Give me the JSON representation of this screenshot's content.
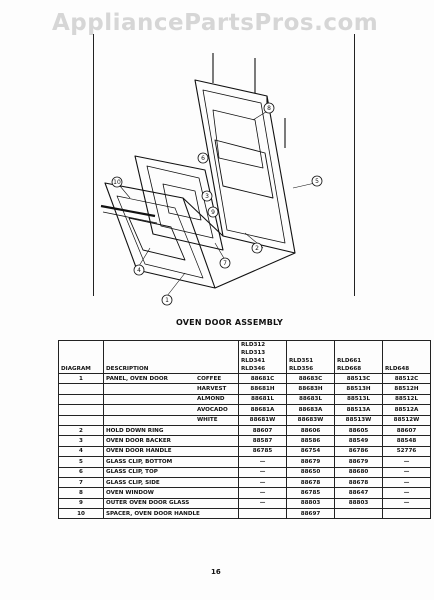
{
  "watermark": "AppliancePartsPros.com",
  "frame_title": "",
  "diagram": {
    "callouts": [
      "1",
      "2",
      "3",
      "4",
      "5",
      "6",
      "7",
      "8",
      "9",
      "10"
    ]
  },
  "section_title": "OVEN DOOR ASSEMBLY",
  "table": {
    "headers": {
      "diagram": "DIAGRAM",
      "description": "DESCRIPTION",
      "model_groups": [
        [
          "RLD312",
          "RLD313",
          "RLD341",
          "RLD346"
        ],
        [
          "RLD351",
          "RLD356"
        ],
        [
          "RLD661",
          "RLD668"
        ],
        [
          "RLD648"
        ]
      ]
    },
    "rows": [
      {
        "diagram": "1",
        "description": "PANEL, OVEN DOOR",
        "variant": "COFFEE",
        "parts": [
          "88681C",
          "88683C",
          "88513C",
          "88512C"
        ]
      },
      {
        "diagram": "",
        "description": "",
        "variant": "HARVEST",
        "parts": [
          "88681H",
          "88683H",
          "88513H",
          "88512H"
        ]
      },
      {
        "diagram": "",
        "description": "",
        "variant": "ALMOND",
        "parts": [
          "88681L",
          "88683L",
          "88513L",
          "88512L"
        ]
      },
      {
        "diagram": "",
        "description": "",
        "variant": "AVOCADO",
        "parts": [
          "88681A",
          "88683A",
          "88513A",
          "88512A"
        ]
      },
      {
        "diagram": "",
        "description": "",
        "variant": "WHITE",
        "parts": [
          "88681W",
          "88683W",
          "88513W",
          "88512W"
        ]
      },
      {
        "diagram": "2",
        "description": "HOLD DOWN RING",
        "variant": "",
        "parts": [
          "88607",
          "88606",
          "88605",
          "88607"
        ]
      },
      {
        "diagram": "3",
        "description": "OVEN DOOR BACKER",
        "variant": "",
        "parts": [
          "88587",
          "88586",
          "88549",
          "88548"
        ]
      },
      {
        "diagram": "4",
        "description": "OVEN DOOR HANDLE",
        "variant": "",
        "parts": [
          "86785",
          "86754",
          "86786",
          "52776"
        ]
      },
      {
        "diagram": "5",
        "description": "GLASS CLIP, BOTTOM",
        "variant": "",
        "parts": [
          "—",
          "88679",
          "88679",
          "—"
        ]
      },
      {
        "diagram": "6",
        "description": "GLASS CLIP, TOP",
        "variant": "",
        "parts": [
          "—",
          "88650",
          "88680",
          "—"
        ]
      },
      {
        "diagram": "7",
        "description": "GLASS CLIP, SIDE",
        "variant": "",
        "parts": [
          "—",
          "88678",
          "88678",
          "—"
        ]
      },
      {
        "diagram": "8",
        "description": "OVEN WINDOW",
        "variant": "",
        "parts": [
          "—",
          "86785",
          "88647",
          "—"
        ]
      },
      {
        "diagram": "9",
        "description": "OUTER OVEN DOOR GLASS",
        "variant": "",
        "parts": [
          "—",
          "88803",
          "88803",
          "—"
        ]
      },
      {
        "diagram": "10",
        "description": "SPACER, OVEN DOOR HANDLE",
        "variant": "",
        "parts": [
          "",
          "88697",
          "",
          ""
        ]
      }
    ]
  },
  "page_number": "16"
}
